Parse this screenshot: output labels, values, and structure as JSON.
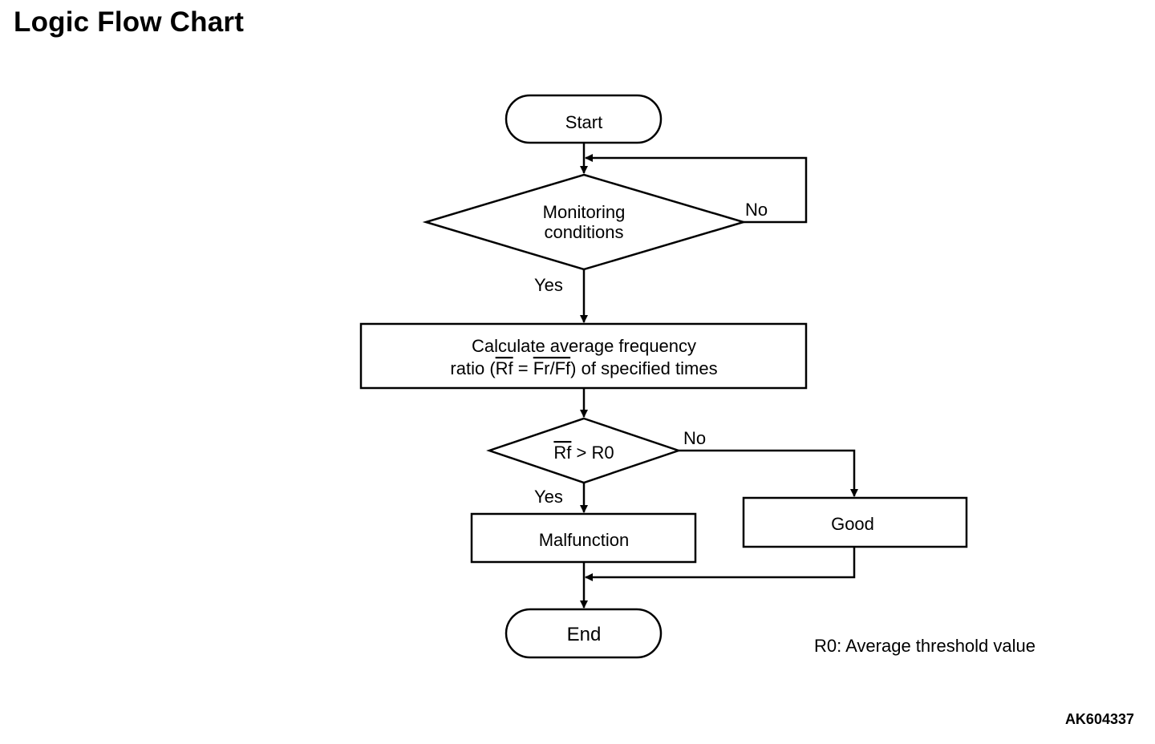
{
  "title": "Logic Flow Chart",
  "nodes": {
    "start": "Start",
    "monitoring_line1": "Monitoring",
    "monitoring_line2": "conditions",
    "calc_line1": "Calculate average frequency",
    "calc_ratio_prefix": "ratio (",
    "calc_rf": "Rf",
    "calc_equals": " = ",
    "calc_frff": "Fr/Ff",
    "calc_suffix": ") of specified times",
    "decision_rf": "Rf",
    "decision_rest": " > R0",
    "malfunction": "Malfunction",
    "good": "Good",
    "end": "End"
  },
  "labels": {
    "monitoring_no": "No",
    "monitoring_yes": "Yes",
    "decision_no": "No",
    "decision_yes": "Yes"
  },
  "note": "R0: Average threshold value",
  "figure_code": "AK604337"
}
